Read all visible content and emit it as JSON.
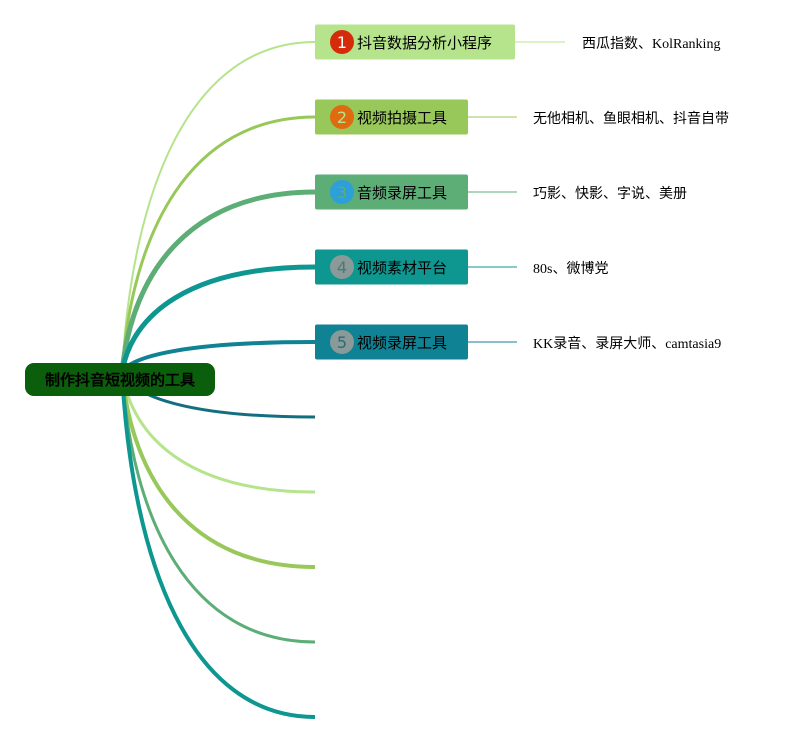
{
  "root": {
    "label": "制作抖音短视频的工具",
    "color": "#0b5e0b",
    "text_color": "#000000"
  },
  "branches": [
    {
      "number": "1",
      "label": "抖音数据分析小程序",
      "note": "西瓜指数、KolRanking",
      "node_color": "#b5e48c",
      "badge_color": "#d62b0b",
      "number_color": "#ffffff",
      "line_color": "#b5e48c"
    },
    {
      "number": "2",
      "label": "视频拍摄工具",
      "note": "无他相机、鱼眼相机、抖音自带",
      "node_color": "#99c85a",
      "badge_color": "#e06a10",
      "number_color": "#b5e48c",
      "line_color": "#99c85a"
    },
    {
      "number": "3",
      "label": "音频录屏工具",
      "note": "巧影、快影、字说、美册",
      "node_color": "#5cad76",
      "badge_color": "#2d9fd9",
      "number_color": "#5cad76",
      "line_color": "#5cad76"
    },
    {
      "number": "4",
      "label": "视频素材平台",
      "note": "80s、微博党",
      "node_color": "#0e9690",
      "badge_color": "#8a9a98",
      "number_color": "#4a7a78",
      "line_color": "#0e9690"
    },
    {
      "number": "5",
      "label": "视频录屏工具",
      "note": "KK录音、录屏大师、camtasia9",
      "node_color": "#0f8294",
      "badge_color": "#8a9a98",
      "number_color": "#2a6a78",
      "line_color": "#0f8294"
    }
  ],
  "empty_branches": [
    {
      "line_color": "#136f80"
    },
    {
      "line_color": "#b5e48c"
    },
    {
      "line_color": "#99c85a"
    },
    {
      "line_color": "#5cad76"
    },
    {
      "line_color": "#0e9690"
    }
  ]
}
